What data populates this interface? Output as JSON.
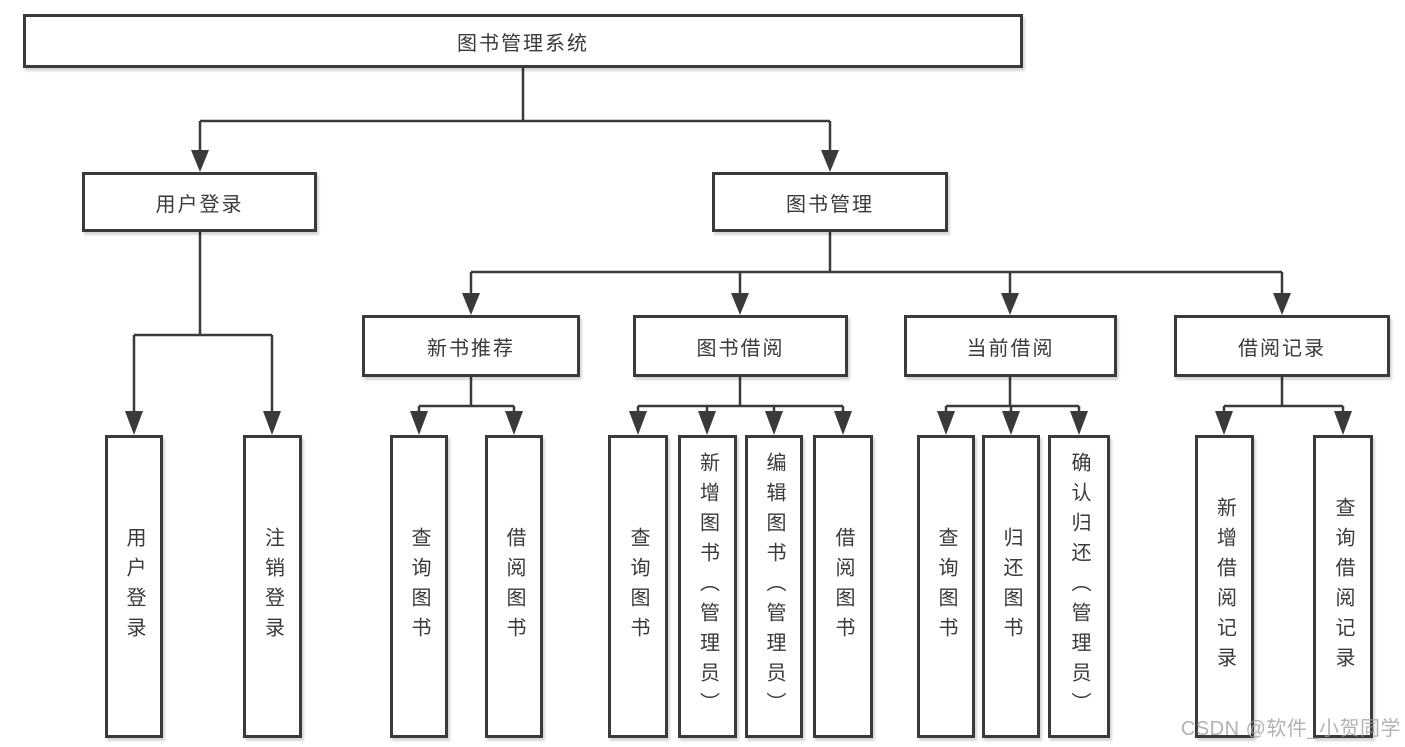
{
  "page": {
    "background": "#ffffff",
    "colors": {
      "line": "#3a3a3a",
      "box_border": "#3a3a3a",
      "text": "#3a3a3a",
      "watermark": "#9e9e9e"
    }
  },
  "watermark": {
    "text": "CSDN @软件_小贺同学"
  },
  "diagram": {
    "type": "hierarchy-diagram",
    "root": {
      "label": "图书管理系统"
    },
    "branches": [
      {
        "label": "用户登录",
        "children": [
          {
            "label": "用户登录"
          },
          {
            "label": "注销登录"
          }
        ]
      },
      {
        "label": "图书管理",
        "children": [
          {
            "label": "新书推荐",
            "children": [
              {
                "label": "查询图书"
              },
              {
                "label": "借阅图书"
              }
            ]
          },
          {
            "label": "图书借阅",
            "children": [
              {
                "label": "查询图书"
              },
              {
                "label": "新增图书（管理员）"
              },
              {
                "label": "编辑图书（管理员）"
              },
              {
                "label": "借阅图书"
              }
            ]
          },
          {
            "label": "当前借阅",
            "children": [
              {
                "label": "查询图书"
              },
              {
                "label": "归还图书"
              },
              {
                "label": "确认归还（管理员）"
              }
            ]
          },
          {
            "label": "借阅记录",
            "children": [
              {
                "label": "新增借阅记录"
              },
              {
                "label": "查询借阅记录"
              }
            ]
          }
        ]
      }
    ]
  }
}
